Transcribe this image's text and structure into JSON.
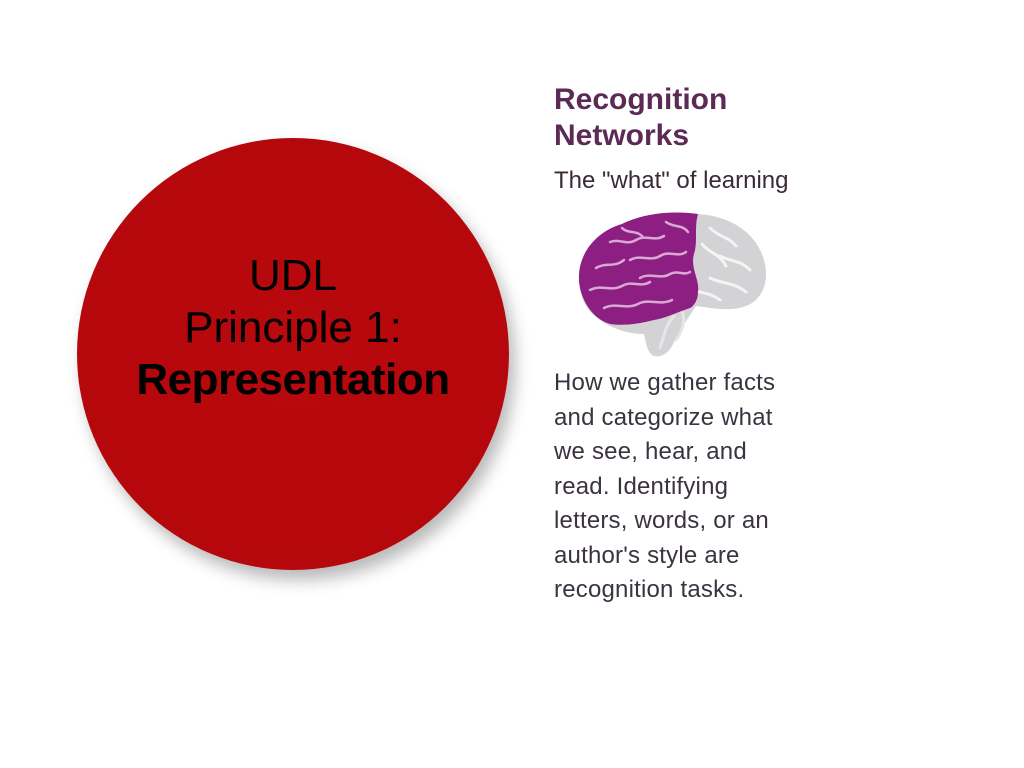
{
  "principle": {
    "line1": "UDL",
    "line2": "Principle 1:",
    "line3": "Representation",
    "circle_color": "#b5080c"
  },
  "network": {
    "title_line1": "Recognition",
    "title_line2": "Networks",
    "subtitle": "The \"what\" of learning",
    "title_color": "#5b2a55",
    "brain_highlight_color": "#8e1f82",
    "brain_base_color": "#d3d3d5",
    "brain_icon": "brain-icon",
    "description_lines": [
      "How we gather facts",
      "and categorize what",
      "we see, hear, and",
      "read. Identifying",
      "letters, words, or an",
      "author's style are",
      "recognition tasks."
    ]
  }
}
